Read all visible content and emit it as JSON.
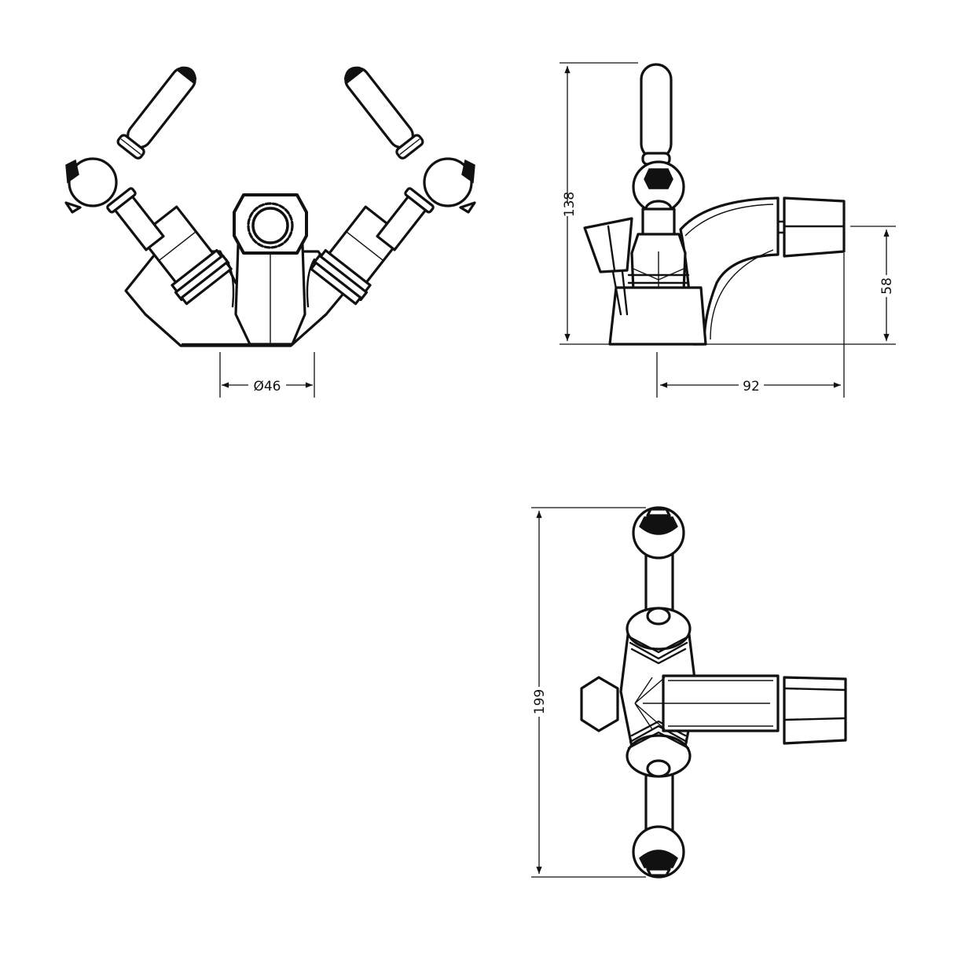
{
  "drawing": {
    "subject": "Bidet mixer tap technical drawing",
    "line_color": "#111111",
    "background": "#ffffff"
  },
  "views": {
    "front": {
      "label": "front-view",
      "dimensions": {
        "base_diameter": "Ø46"
      }
    },
    "side": {
      "label": "side-view",
      "dimensions": {
        "height": "138",
        "outlet_height": "58",
        "projection": "92"
      }
    },
    "top": {
      "label": "top-view",
      "dimensions": {
        "width": "199"
      }
    }
  }
}
